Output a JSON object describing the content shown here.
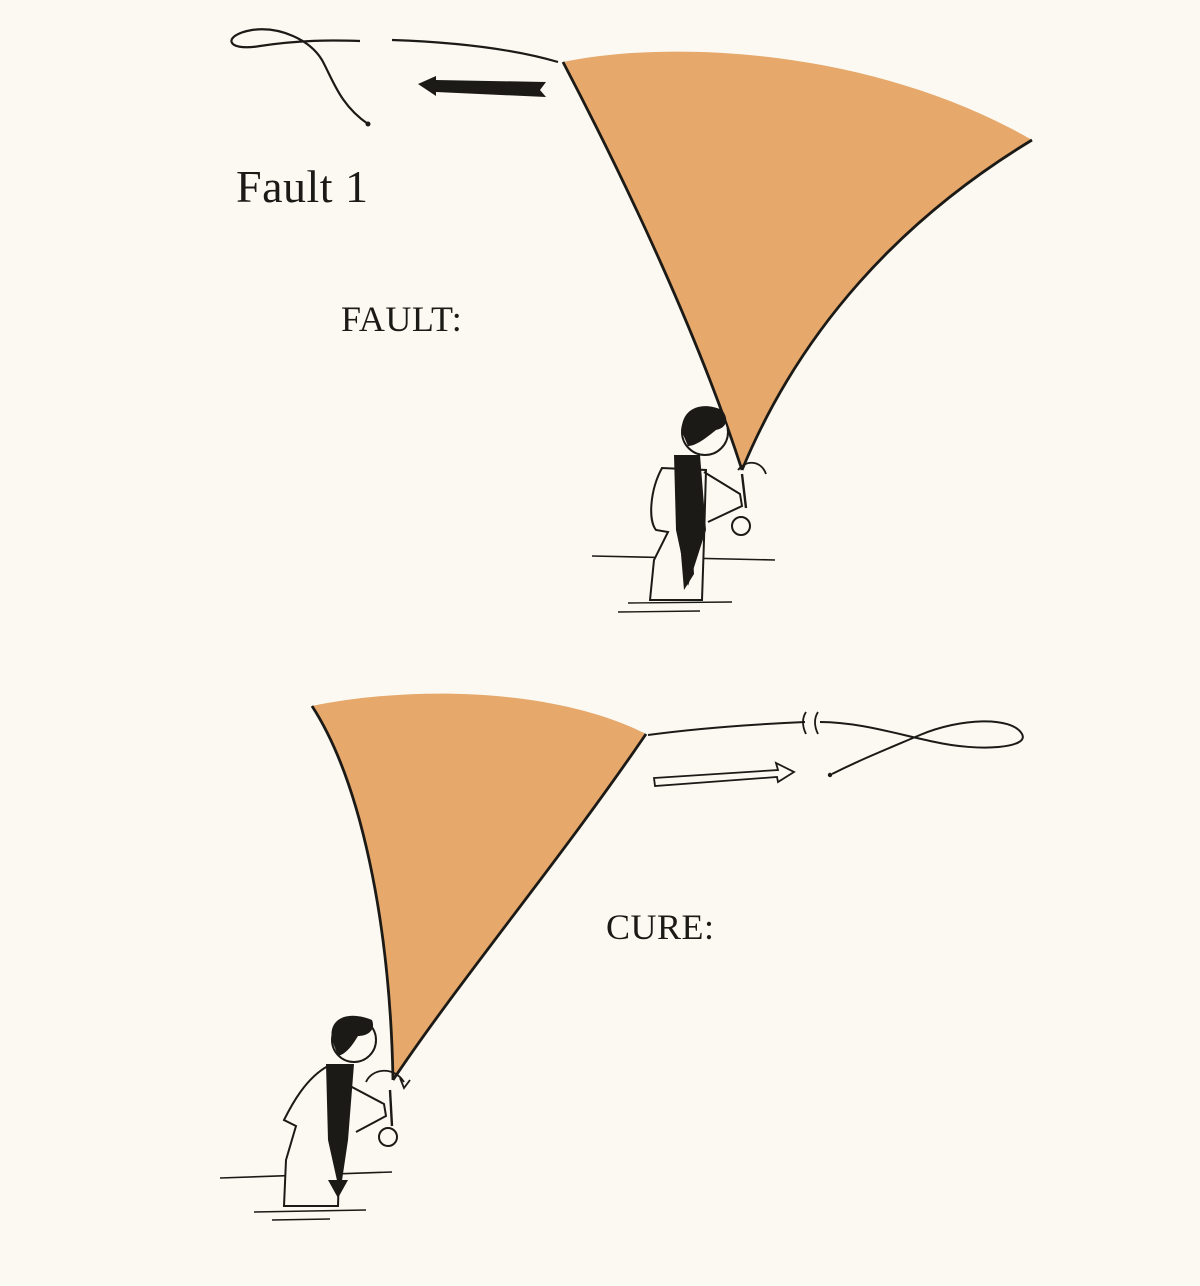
{
  "page": {
    "background": "#fbf9f1",
    "ink": "#1c1a17",
    "wedge_fill": "#e6a86b"
  },
  "labels": {
    "title": "Fault 1",
    "fault": "FAULT:",
    "cure": "CURE:"
  },
  "icons": {
    "fault_arrow": "solid-left-arrow",
    "cure_arrow": "hollow-right-arrow",
    "angler": "wading-angler-illustration",
    "rotation": "curved-rotation-arrow"
  }
}
